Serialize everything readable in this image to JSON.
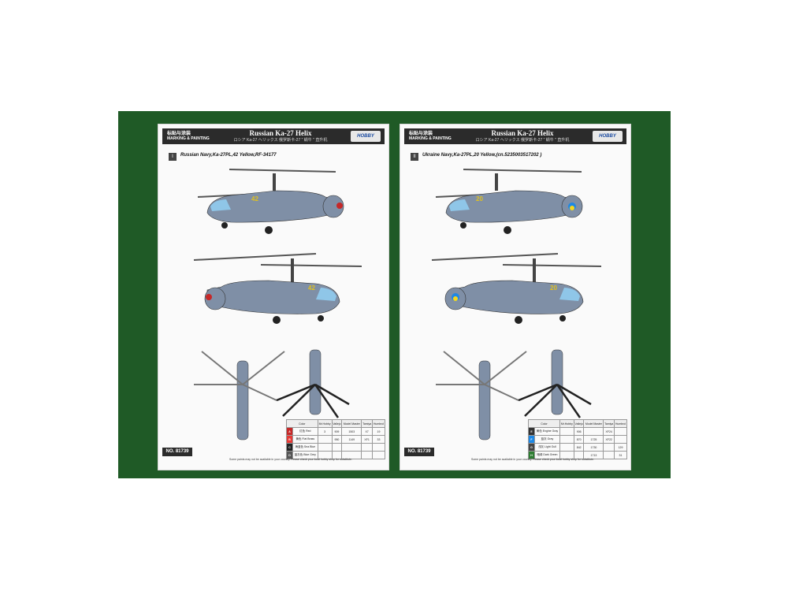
{
  "pages": [
    {
      "header_cn": "标贴与涂装",
      "header_en": "MARKING & PAINTING",
      "title": "Russian Ka-27 Helix",
      "subtitle": "ロシア Ka-27 ヘリックス   俄罗斯卡-27 \" 蜗牛 \" 直升机",
      "logo": "HOBBY BOSS",
      "scheme_no": "I",
      "scheme": "Russian Navy,Ka-27PL,42 Yellow,RF-34177",
      "item_no": "NO. 81739",
      "note": "Some paints may not be available in your country. Please check your local hobby shop for substitute.",
      "table_headers": [
        "Color",
        "Mr.Hobby",
        "Vallejo",
        "Model Master",
        "Tamiya",
        "Humbrol"
      ],
      "colors": [
        {
          "key": "A",
          "name": "红色 Red",
          "hex": "#c62828",
          "mr": "3",
          "vallejo": "909",
          "mm": "1503",
          "tamiya": "X7",
          "humbrol": "19"
        },
        {
          "key": "B",
          "name": "黄色 Flat Brass",
          "hex": "#e53935",
          "mr": "",
          "vallejo": "950",
          "mm": "1149",
          "tamiya": "XF1",
          "humbrol": "33"
        },
        {
          "key": "C",
          "name": "海蓝色 Sea Blue",
          "hex": "#222222",
          "mr": "",
          "vallejo": "",
          "mm": "",
          "tamiya": "",
          "humbrol": ""
        },
        {
          "key": "D",
          "name": "蓝灰色 Blue Grey",
          "hex": "#555555",
          "mr": "",
          "vallejo": "",
          "mm": "",
          "tamiya": "",
          "humbrol": ""
        }
      ]
    },
    {
      "header_cn": "标贴与涂装",
      "header_en": "MARKING & PAINTING",
      "title": "Russian Ka-27 Helix",
      "subtitle": "ロシア Ka-27 ヘリックス   俄罗斯卡-27 \" 蜗牛 \" 直升机",
      "logo": "HOBBY BOSS",
      "scheme_no": "II",
      "scheme": "Ukraine Navy,Ka-27PL,20 Yellow,(cn.5235003517202 )",
      "item_no": "NO. 81739",
      "note": "Some paints may not be available in your country. Please check your local hobby shop for substitute.",
      "table_headers": [
        "Color",
        "Mr.Hobby",
        "Vallejo",
        "Model Master",
        "Tamiya",
        "Humbrol"
      ],
      "colors": [
        {
          "key": "E",
          "name": "黄色 Engine Gray",
          "hex": "#333333",
          "mr": "",
          "vallejo": "906",
          "mm": "",
          "tamiya": "XF24",
          "humbrol": ""
        },
        {
          "key": "F",
          "name": "蓝灰 Gray",
          "hex": "#1e88e5",
          "mr": "",
          "vallejo": "870",
          "mm": "1725",
          "tamiya": "XF22",
          "humbrol": ""
        },
        {
          "key": "G",
          "name": "浅灰 Light Gull",
          "hex": "#444444",
          "mr": "",
          "vallejo": "842",
          "mm": "1730",
          "tamiya": "",
          "humbrol": "129"
        },
        {
          "key": "H",
          "name": "暗绿 Dark Green",
          "hex": "#2e7d32",
          "mr": "",
          "vallejo": "",
          "mm": "1713",
          "tamiya": "",
          "humbrol": "31"
        }
      ]
    }
  ]
}
